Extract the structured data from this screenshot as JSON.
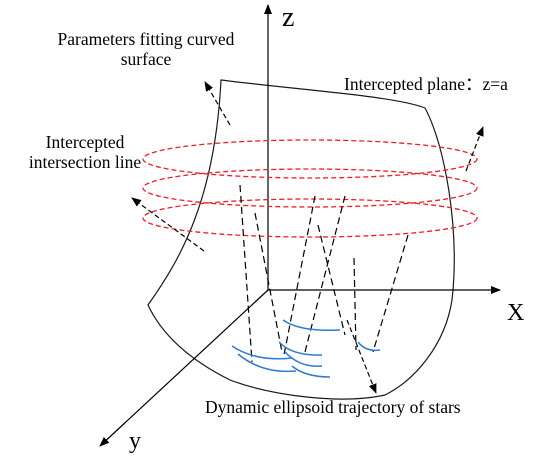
{
  "labels": {
    "z_axis": "z",
    "x_axis": "X",
    "y_axis": "y",
    "fitting_surface_line1": "Parameters fitting curved",
    "fitting_surface_line2": "surface",
    "intercepted_plane": "Intercepted plane：z=a",
    "intersection_line_1": "Intercepted",
    "intersection_line_2": "intersection line",
    "trajectory": "Dynamic ellipsoid trajectory of stars"
  },
  "colors": {
    "stroke": "#000000",
    "plane_ellipse": "#e8202a",
    "trajectory_arc": "#2e7bd1",
    "background": "#ffffff"
  }
}
